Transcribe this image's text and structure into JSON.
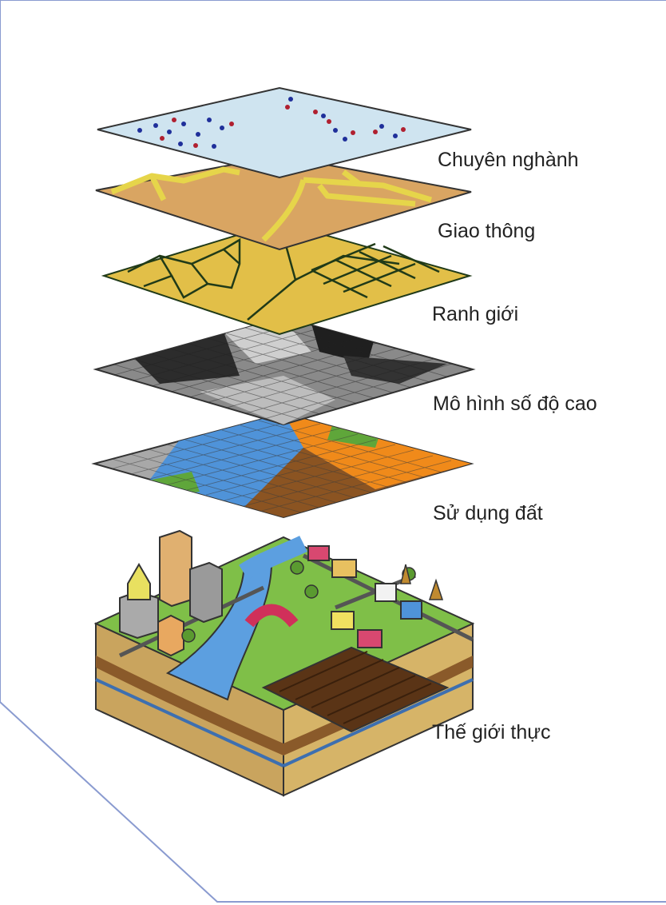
{
  "layers": [
    {
      "id": "thematic",
      "label": "Chuyên nghành"
    },
    {
      "id": "transport",
      "label": "Giao thông"
    },
    {
      "id": "boundary",
      "label": "Ranh giới"
    },
    {
      "id": "elevation",
      "label": "Mô hình số độ cao"
    },
    {
      "id": "landuse",
      "label": "Sử dụng đất"
    },
    {
      "id": "realworld",
      "label": "Thế giới thực"
    }
  ],
  "colors": {
    "frame": "#8a9bd0",
    "thematic_base": "#cfe4f0",
    "point_red": "#b02030",
    "point_blue": "#1f2f9a",
    "transport_base": "#d9a562",
    "road": "#e6d54a",
    "boundary_base": "#e2bf48",
    "boundary_line": "#203a18",
    "elevation_dark": "#2c2c2c",
    "elevation_light": "#cfcfcf",
    "landuse_gray": "#a8a8a8",
    "landuse_blue": "#4f93d9",
    "landuse_green": "#5fa63a",
    "landuse_orange": "#f08a1a",
    "landuse_brown": "#8b5422",
    "grass": "#7fbf48",
    "river": "#5c9fe0",
    "soil": "#d6b468",
    "bridge": "#d0305a"
  },
  "icons": [
    "building-icon",
    "house-icon",
    "tree-icon",
    "bridge-icon"
  ]
}
